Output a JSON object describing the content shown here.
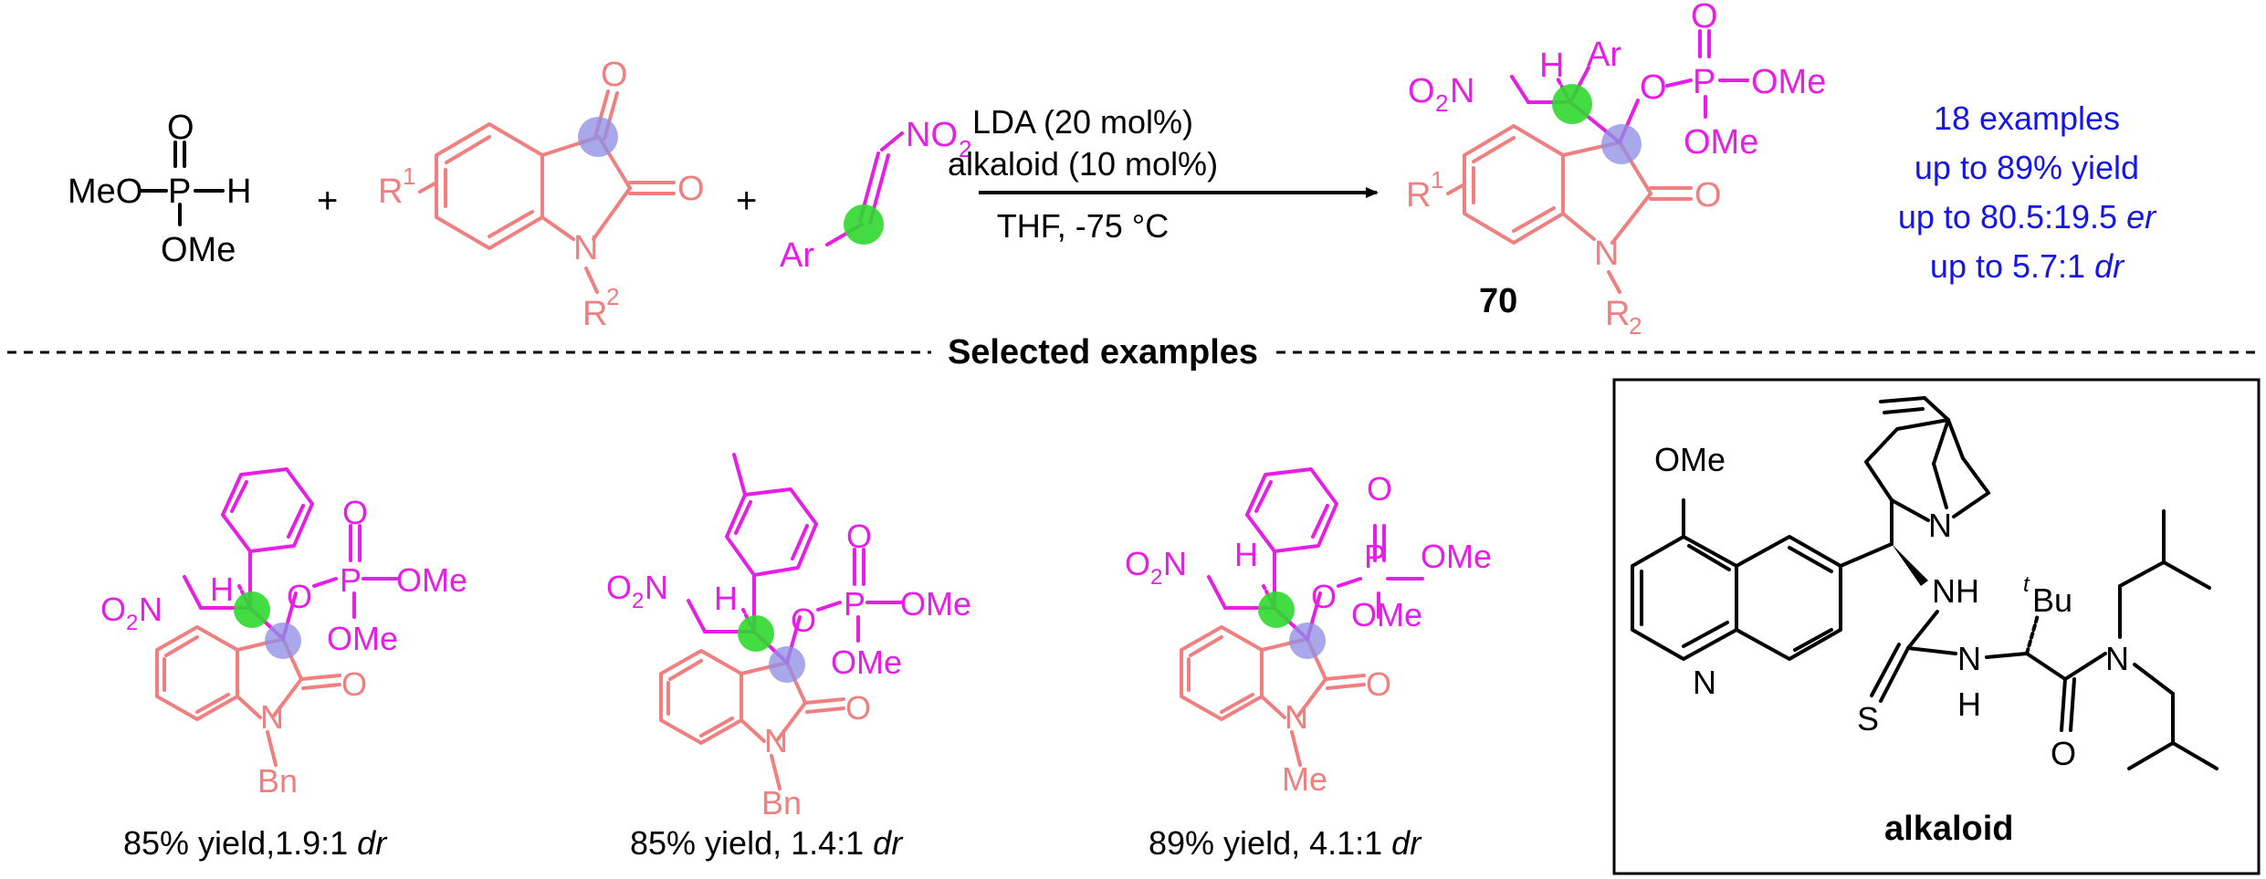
{
  "reaction": {
    "reagents_line1": "LDA (20 mol%)",
    "reagents_line2": "alkaloid (10 mol%)",
    "conditions": "THF,  -75 °C",
    "plus": "+",
    "phosphite": {
      "meo": "MeO",
      "p": "P",
      "h": "H",
      "o": "O",
      "ome": "OMe"
    },
    "isatin": {
      "r1": "R",
      "r1_sup": "1",
      "n": "N",
      "r2": "R",
      "r2_sup": "2",
      "o": "O"
    },
    "nitroalkene": {
      "no2": "NO",
      "no2_sub": "2",
      "ar": "Ar"
    },
    "product": {
      "compound_number": "70",
      "o2n_o": "O",
      "o2n_sub": "2",
      "o2n_n": "N",
      "h": "H",
      "ar": "Ar",
      "p": "P",
      "o": "O",
      "ome": "OMe",
      "r1": "R",
      "r1_sup": "1",
      "n": "N",
      "r2": "R",
      "r2_sub": "2"
    }
  },
  "summary": {
    "line1": "18 examples",
    "line2": "up to 89% yield",
    "line3_prefix": "up to 80.5:19.5 ",
    "line3_italic": "er",
    "line4_prefix": "up to 5.7:1 ",
    "line4_italic": "dr"
  },
  "section_heading": "Selected examples",
  "examples": [
    {
      "n_sub": "Bn",
      "yield_text": "85% yield,1.9:1 ",
      "dr_italic": "dr"
    },
    {
      "n_sub": "Bn",
      "yield_text": "85% yield, 1.4:1 ",
      "dr_italic": "dr"
    },
    {
      "n_sub": "Me",
      "yield_text": "89% yield, 4.1:1 ",
      "dr_italic": "dr"
    }
  ],
  "example_labels": {
    "o": "O",
    "n": "N",
    "h": "H",
    "p": "P",
    "ome": "OMe",
    "o2n_o": "O",
    "o2n_sub": "2"
  },
  "catalyst": {
    "label": "alkaloid",
    "ome": "OMe",
    "n_quin": "N",
    "n_quinuclidine": "N",
    "nh1": "NH",
    "s": "S",
    "n_h": "N",
    "h": "H",
    "tbu_sup": "t",
    "tbu": "Bu",
    "amide_n": "N",
    "amide_o": "O"
  },
  "colors": {
    "reagent_black": "#000000",
    "isatin_salmon": "#f07f7f",
    "nitroalkene_magenta": "#e61ee6",
    "summary_blue": "#1515e6",
    "stereocenter_purple": "#8f8fe6",
    "stereocenter_green": "#2fd82f"
  }
}
